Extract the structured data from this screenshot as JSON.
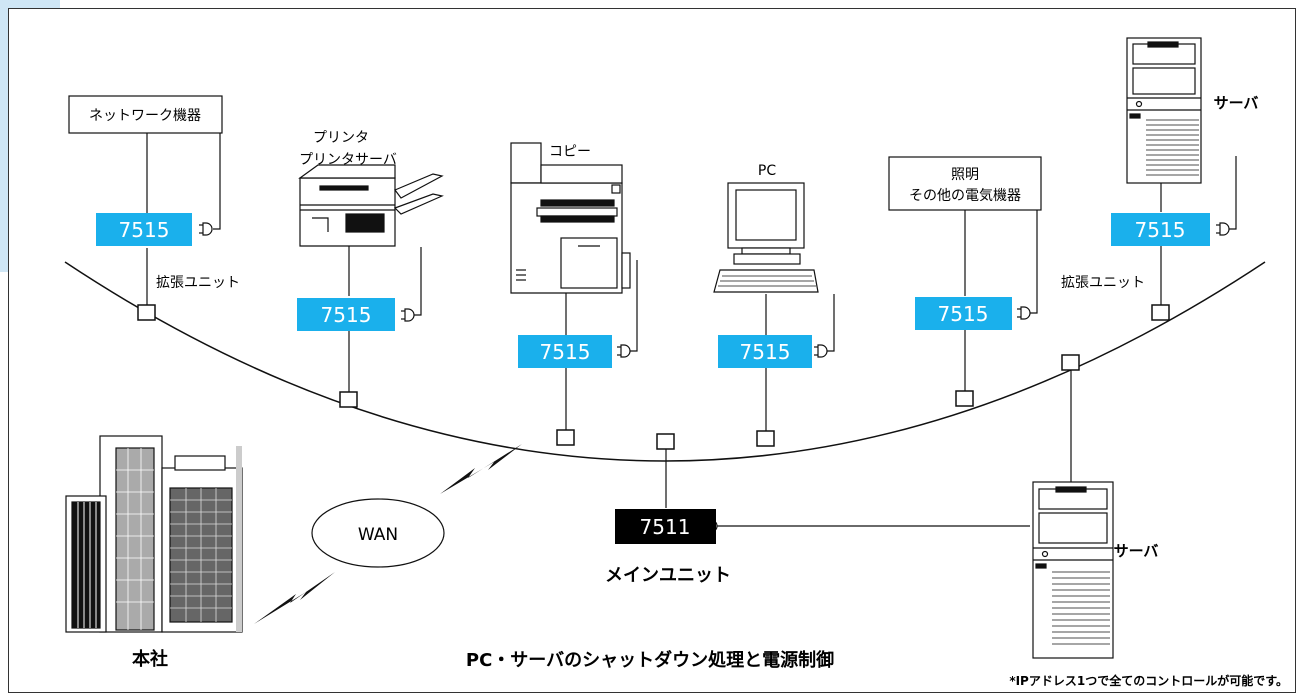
{
  "colors": {
    "unit_blue": "#1ab0ec",
    "main_unit": "#000000",
    "line": "#111111",
    "bg": "#ffffff"
  },
  "devices": {
    "network": "ネットワーク機器",
    "printer_line1": "プリンタ",
    "printer_line2": "プリンタサーバ",
    "copy": "コピー",
    "pc": "PC",
    "lighting_line1": "照明",
    "lighting_line2": "その他の電気機器",
    "server_top": "サーバ",
    "server_bottom": "サーバ"
  },
  "units": {
    "unit_network": "7515",
    "unit_printer": "7515",
    "unit_copy": "7515",
    "unit_pc": "7515",
    "unit_lighting": "7515",
    "unit_server": "7515",
    "main_unit": "7511"
  },
  "labels": {
    "expansion_left": "拡張ユニット",
    "expansion_right": "拡張ユニット",
    "main_unit_label": "メインユニット",
    "wan": "WAN",
    "hq": "本社",
    "title": "PC・サーバのシャットダウン処理と電源制御",
    "footnote": "*IPアドレス1つで全てのコントロールが可能です。"
  }
}
